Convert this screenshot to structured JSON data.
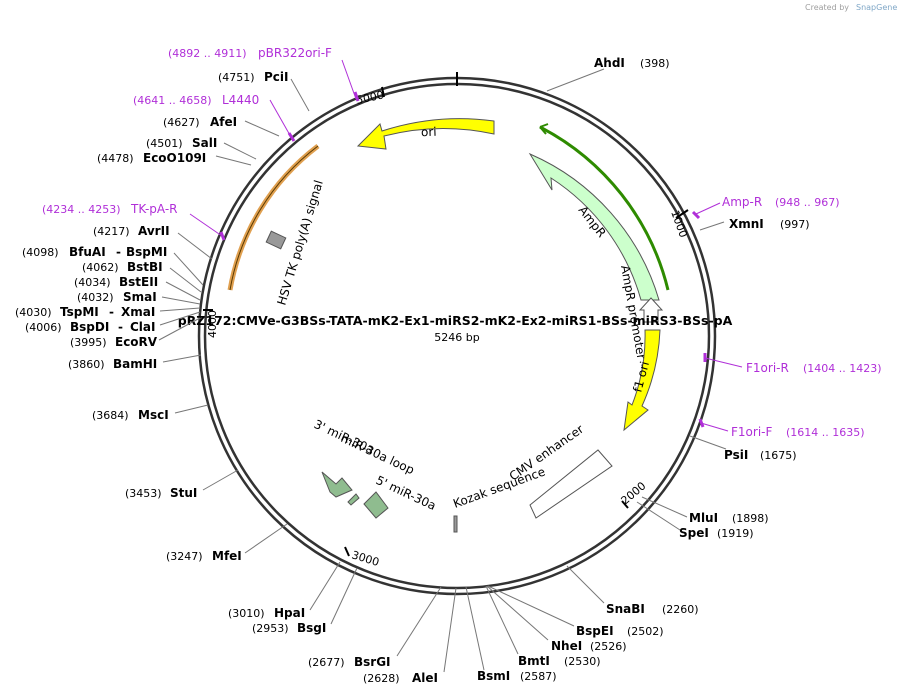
{
  "credit": "Created by",
  "credit_brand": "SnapGene",
  "plasmid_name": "pRZ172:CMVe-G3BSs-TATA-mK2-Ex1-miRS2-mK2-Ex2-miRS1-BSs-miRS3-BSs-pA",
  "plasmid_length": "5246 bp",
  "ticks": [
    "1000",
    "2000",
    "3000",
    "4000",
    "5000"
  ],
  "features": {
    "ori": "ori",
    "ampr": "AmpR",
    "ampr_promoter": "AmpR promoter",
    "f1_ori": "f1 ori",
    "cmv_enhancer": "CMV enhancer",
    "kozak": "Kozak sequence",
    "hsv_polya": "HSV TK poly(A) signal",
    "mir_5p": "5' miR-30a",
    "mir_loop": "miR-30a loop",
    "mir_3p": "3' miR-30a"
  },
  "sites": [
    {
      "name": "AhdI",
      "pos": "(398)"
    },
    {
      "name": "XmnI",
      "pos": "(997)"
    },
    {
      "name": "PsiI",
      "pos": "(1675)"
    },
    {
      "name": "MluI",
      "pos": "(1898)"
    },
    {
      "name": "SpeI",
      "pos": "(1919)"
    },
    {
      "name": "SnaBI",
      "pos": "(2260)"
    },
    {
      "name": "BspEI",
      "pos": "(2502)"
    },
    {
      "name": "NheI",
      "pos": "(2526)"
    },
    {
      "name": "BmtI",
      "pos": "(2530)"
    },
    {
      "name": "BsmI",
      "pos": "(2587)"
    },
    {
      "name": "AleI",
      "pos": "(2628)"
    },
    {
      "name": "BsrGI",
      "pos": "(2677)"
    },
    {
      "name": "BsgI",
      "pos": "(2953)"
    },
    {
      "name": "HpaI",
      "pos": "(3010)"
    },
    {
      "name": "MfeI",
      "pos": "(3247)"
    },
    {
      "name": "StuI",
      "pos": "(3453)"
    },
    {
      "name": "MscI",
      "pos": "(3684)"
    },
    {
      "name": "BamHI",
      "pos": "(3860)"
    },
    {
      "name": "EcoRV",
      "pos": "(3995)"
    },
    {
      "name": "BspDI",
      "name2": "ClaI",
      "pos": "(4006)"
    },
    {
      "name": "TspMI",
      "name2": "XmaI",
      "pos": "(4030)"
    },
    {
      "name": "SmaI",
      "pos": "(4032)"
    },
    {
      "name": "BstEII",
      "pos": "(4034)"
    },
    {
      "name": "BstBI",
      "pos": "(4062)"
    },
    {
      "name": "BfuAI",
      "name2": "BspMI",
      "pos": "(4098)"
    },
    {
      "name": "AvrII",
      "pos": "(4217)"
    },
    {
      "name": "EcoO109I",
      "pos": "(4478)"
    },
    {
      "name": "SalI",
      "pos": "(4501)"
    },
    {
      "name": "AfeI",
      "pos": "(4627)"
    },
    {
      "name": "PciI",
      "pos": "(4751)"
    }
  ],
  "primers": [
    {
      "name": "pBR322ori-F",
      "range": "(4892 .. 4911)"
    },
    {
      "name": "L4440",
      "range": "(4641 .. 4658)"
    },
    {
      "name": "TK-pA-R",
      "range": "(4234 .. 4253)"
    },
    {
      "name": "Amp-R",
      "range": "(948 .. 967)"
    },
    {
      "name": "F1ori-R",
      "range": "(1404 .. 1423)"
    },
    {
      "name": "F1ori-F",
      "range": "(1614 .. 1635)"
    }
  ],
  "colors": {
    "backbone": "#333333",
    "ori": "#ffff00",
    "ampr": "#ccffcc",
    "primer": "#b02fd8",
    "mir": "#8fbc8f",
    "orf_green": "#2e8b00",
    "orf_orange": "#e0a050"
  }
}
